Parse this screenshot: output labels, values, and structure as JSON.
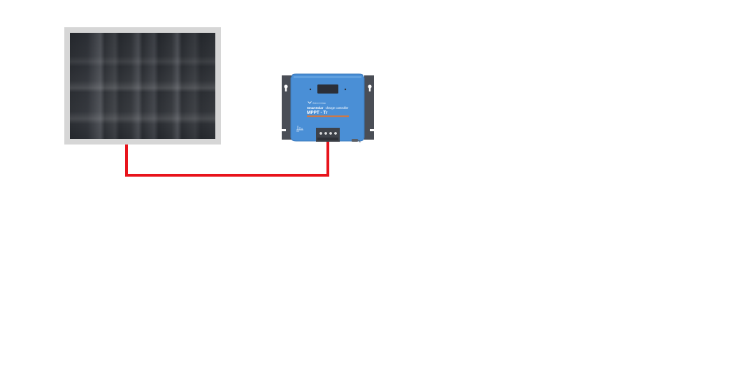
{
  "diagram": {
    "components": [
      {
        "id": "solar-panel",
        "kind": "solar-panel"
      },
      {
        "id": "charge-controller",
        "kind": "mppt-charge-controller"
      }
    ],
    "connections": [
      {
        "from": "solar-panel",
        "to": "charge-controller",
        "color": "#e8141c"
      }
    ]
  },
  "controller": {
    "brand": "victron energy",
    "series": "SmartSolar",
    "subtitle": "charge controller",
    "model": "MPPT - Tr",
    "body_color": "#4a8fd6",
    "accent_stripe_color": "#e8742a",
    "bracket_color": "#4a4e56"
  },
  "panel": {
    "frame_color": "#d6d6d6",
    "cell_color": "#2a2d33"
  }
}
